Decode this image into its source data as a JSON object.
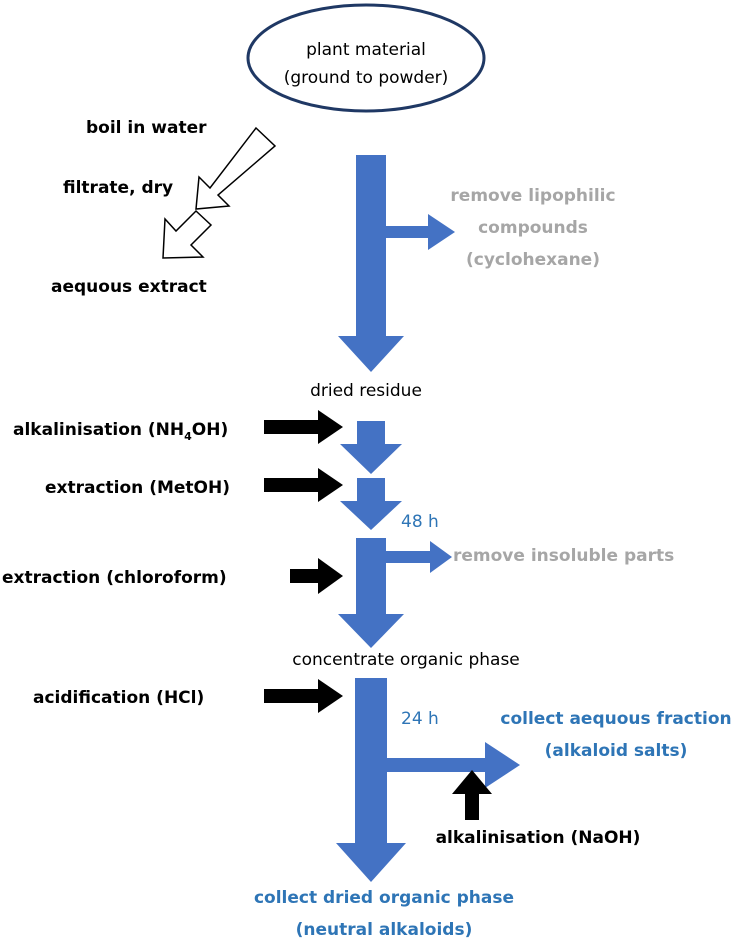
{
  "colors": {
    "flow_blue": "#4472C4",
    "text_blue": "#2E75B6",
    "text_gray": "#A6A6A6",
    "arrow_black": "#000000"
  },
  "start": {
    "line1": "plant material",
    "line2": "(ground to powder)"
  },
  "side_branch": {
    "step1": "boil in water",
    "step2": "filtrate, dry",
    "result": "aequous extract"
  },
  "remove_lipophilic": {
    "line1": "remove lipophilic",
    "line2": "compounds",
    "line3": "(cyclohexane)"
  },
  "dried_residue": "dried residue",
  "alkalinisation_nh4oh": {
    "prefix": "alkalinisation (NH",
    "subscript": "4",
    "suffix": "OH)"
  },
  "extraction_metoh": "extraction (MetOH)",
  "time_48h": "48 h",
  "extraction_chloroform": "extraction (chloroform)",
  "remove_insoluble": "remove insoluble parts",
  "concentrate_organic": "concentrate organic phase",
  "acidification": "acidification (HCl)",
  "time_24h": "24 h",
  "collect_aqueous": {
    "line1": "collect aequous fraction",
    "line2": "(alkaloid salts)"
  },
  "alkalinisation_naoh": "alkalinisation (NaOH)",
  "collect_organic": {
    "line1": "collect dried organic phase",
    "line2": "(neutral alkaloids)"
  }
}
